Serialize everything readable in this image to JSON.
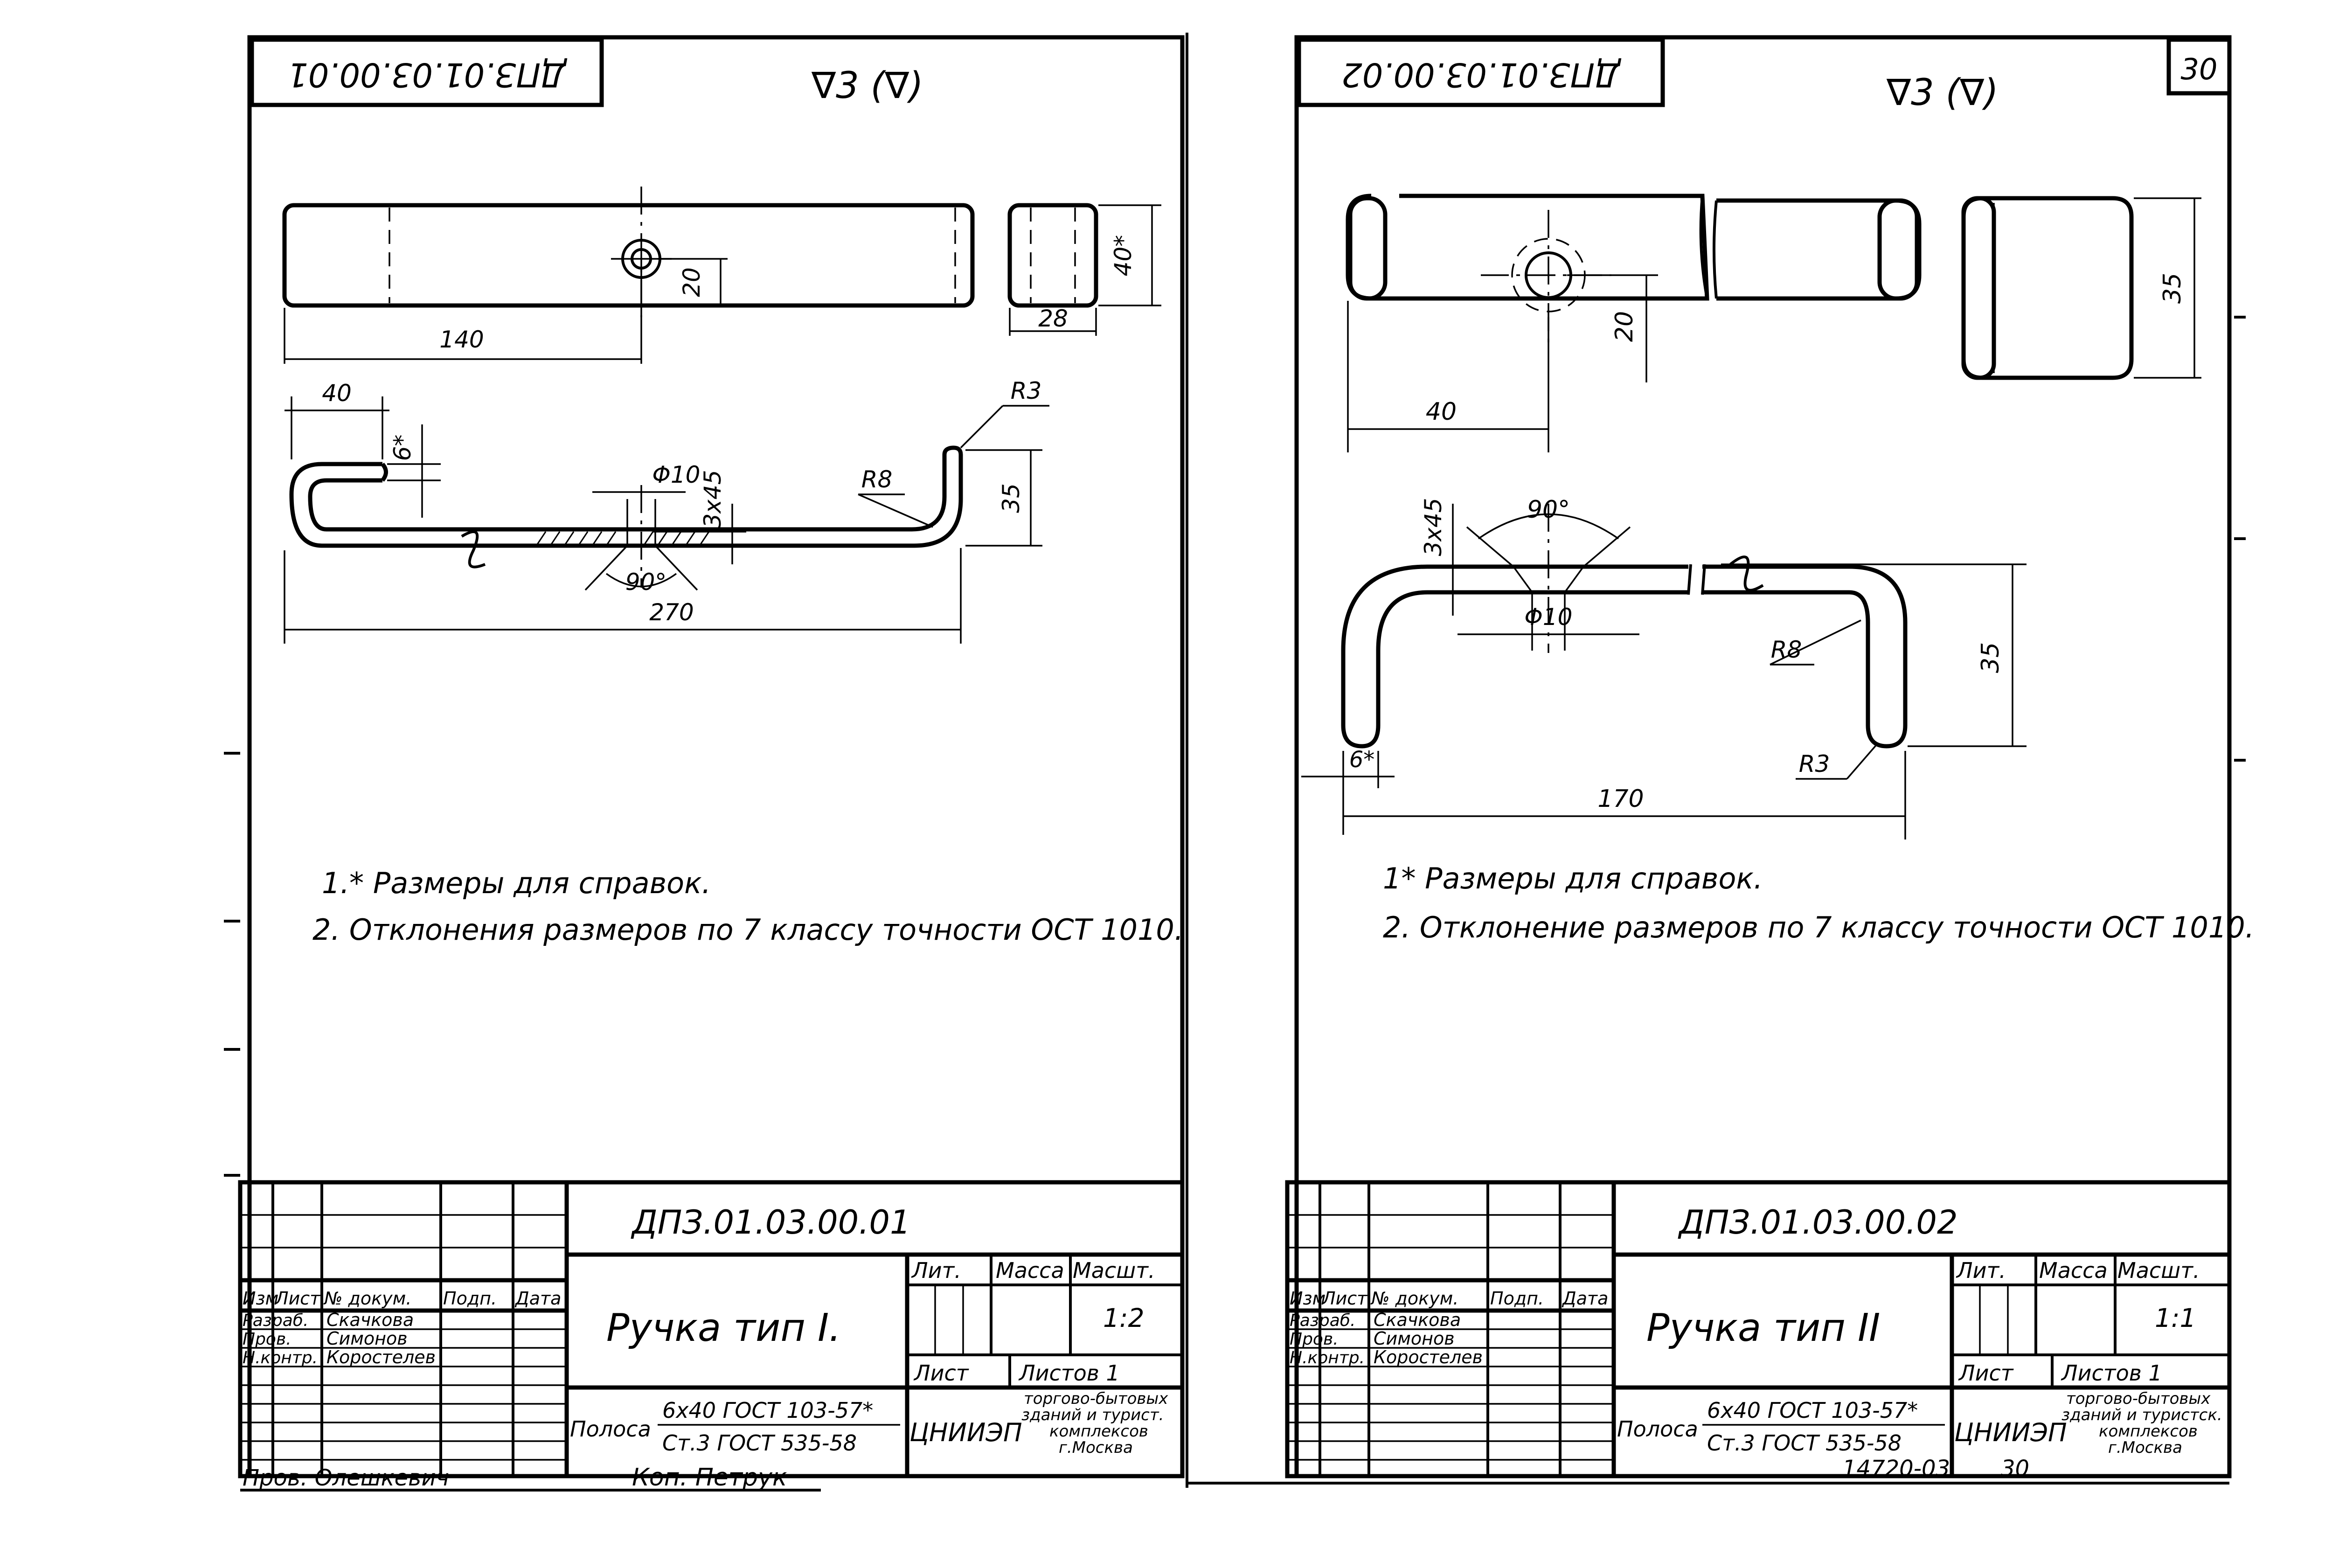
{
  "sheets": [
    {
      "stamp_code_rotated": "ДПЗ.01.03.00.01",
      "roughness": "∇3 (∇)",
      "dims": {
        "d140": "140",
        "d20": "20",
        "d40star": "40*",
        "d28": "28",
        "d40": "40",
        "d6star": "6*",
        "phi10": "Φ10",
        "chamfer": "3x45",
        "r3": "R3",
        "r8": "R8",
        "d35": "35",
        "angle": "90°",
        "d270": "270"
      },
      "notes": [
        "1.* Размеры для   справок.",
        "2. Отклонения размеров по 7 классу точности ОСТ 1010."
      ],
      "title_block": {
        "code": "ДПЗ.01.03.00.01",
        "name": "Ручка тип I.",
        "hdr_izm": "Изм",
        "hdr_list": "Лист",
        "hdr_doc": "№ докум.",
        "hdr_podp": "Подп.",
        "hdr_data": "Дата",
        "r1_role": "Разраб.",
        "r1_name": "Скачкова",
        "r2_role": "Пров.",
        "r2_name": "Симонов",
        "r3_role": "Н.контр.",
        "r3_name": "Коростелев",
        "lit": "Лит.",
        "massa": "Масса",
        "masht": "Масшт.",
        "scale": "1:2",
        "list": "Лист",
        "listov": "Листов 1",
        "material_label": "Полоса",
        "material_top": "6x40 ГОСТ 103-57*",
        "material_bottom": "Ст.3 ГОСТ 535-58",
        "org_code": "ЦНИИЭП",
        "org_name": [
          "торгово-бытовых",
          "зданий и турист.",
          "комплексов",
          "г.Москва"
        ]
      },
      "below_left": "Пров. Олешкевич",
      "below_mid": "Коп. Петрук"
    },
    {
      "stamp_code_rotated": "ДПЗ.01.03.00.02",
      "roughness": "∇3 (∇)",
      "sheet_no": "30",
      "dims": {
        "d20": "20",
        "d40": "40",
        "d35a": "35",
        "chamfer": "3x45",
        "angle": "90°",
        "phi10": "Φ10",
        "r8": "R8",
        "d35": "35",
        "d6star": "6*",
        "r3": "R3",
        "d170": "170"
      },
      "notes": [
        "1* Размеры для справок.",
        "2. Отклонение размеров по 7 классу точности ОСТ 1010."
      ],
      "title_block": {
        "code": "ДПЗ.01.03.00.02",
        "name": "Ручка тип II",
        "hdr_izm": "Изм",
        "hdr_list": "Лист",
        "hdr_doc": "№ докум.",
        "hdr_podp": "Подп.",
        "hdr_data": "Дата",
        "r1_role": "Разраб.",
        "r1_name": "Скачкова",
        "r2_role": "Пров.",
        "r2_name": "Симонов",
        "r3_role": "Н.контр.",
        "r3_name": "Коростелев",
        "lit": "Лит.",
        "massa": "Масса",
        "masht": "Масшт.",
        "scale": "1:1",
        "list": "Лист",
        "listov": "Листов 1",
        "material_label": "Полоса",
        "material_top": "6x40 ГОСТ 103-57*",
        "material_bottom": "Ст.3 ГОСТ 535-58",
        "org_code": "ЦНИИЭП",
        "org_name": [
          "торгово-бытовых",
          "зданий и туристск.",
          "комплексов",
          "г.Москва"
        ]
      },
      "below_num": "14720-03",
      "below_page": "30"
    }
  ]
}
